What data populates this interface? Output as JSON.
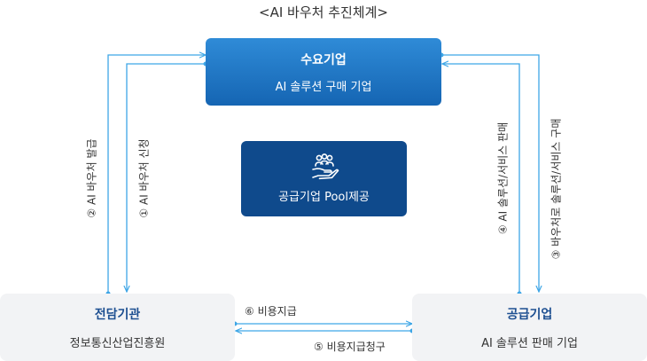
{
  "title": "<AI 바우처 추진체계>",
  "nodes": {
    "demand": {
      "title": "수요기업",
      "subtitle": "AI 솔루션 구매 기업"
    },
    "pool": {
      "subtitle": "공급기업 Pool제공",
      "icon": "hand-people-icon"
    },
    "agency": {
      "title": "전담기관",
      "subtitle": "정보통신산업진흥원"
    },
    "supplier": {
      "title": "공급기업",
      "subtitle": "AI 솔루션 판매 기업"
    }
  },
  "flows": {
    "apply": "① AI 바우처 신청",
    "issue": "② AI 바우처 발급",
    "purchase": "③ 바우처로 솔루션/서비스 구매",
    "sell": "④ AI 솔루션/서비스 판매",
    "claim": "⑤ 비용지급청구",
    "pay": "⑥ 비용지급"
  },
  "colors": {
    "line": "#3ea6e6",
    "demand": "#1f74c4",
    "pool": "#0f4a8c",
    "panel": "#f2f3f5",
    "accent_text": "#1d4f91"
  }
}
